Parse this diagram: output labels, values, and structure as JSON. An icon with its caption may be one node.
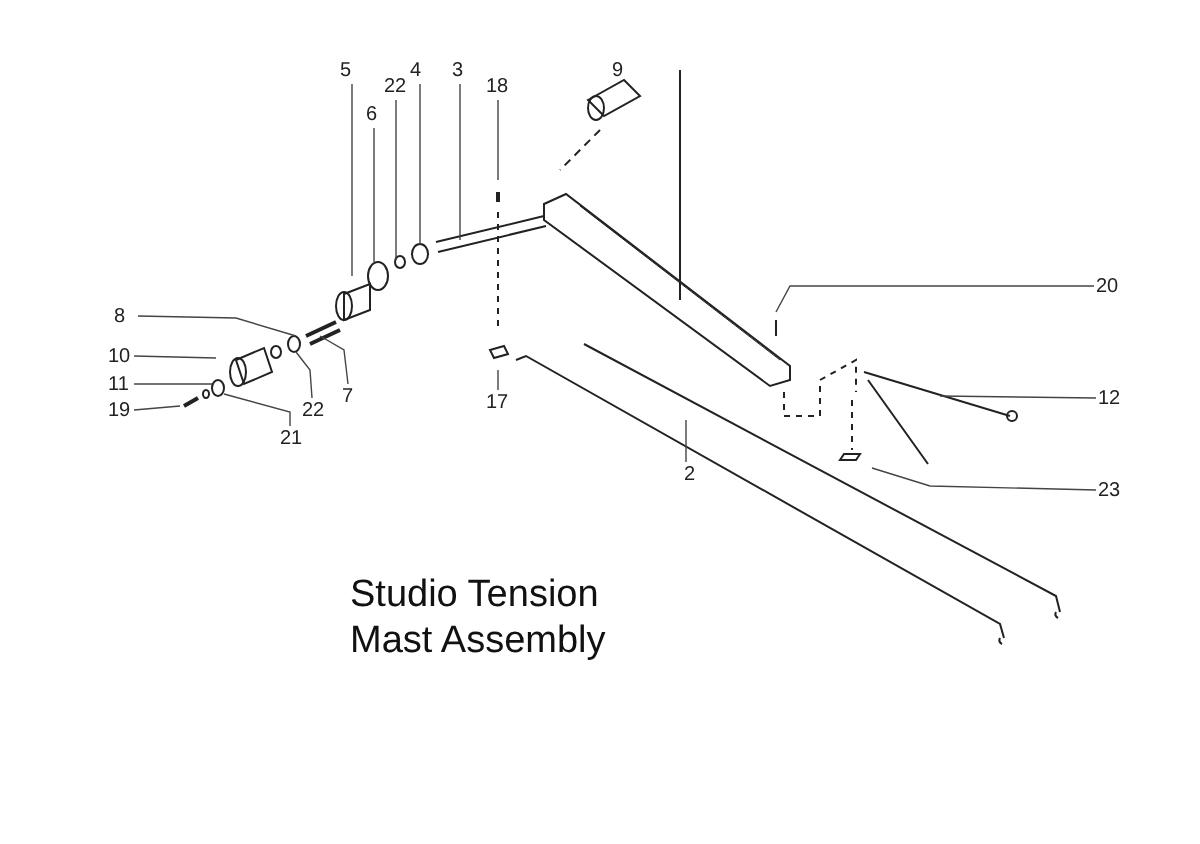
{
  "diagram": {
    "title": "Studio Tension Mast Assembly",
    "nodes": [
      {
        "text": [
          "5"
        ]
      },
      {
        "text": [
          "22"
        ]
      },
      {
        "text": [
          "4"
        ]
      },
      {
        "text": [
          "3"
        ]
      },
      {
        "text": [
          "18"
        ]
      },
      {
        "text": [
          "6"
        ]
      },
      {
        "text": [
          "8"
        ]
      },
      {
        "text": [
          "10"
        ]
      },
      {
        "text": [
          "11"
        ]
      },
      {
        "text": [
          "19"
        ]
      },
      {
        "text": [
          "7"
        ]
      },
      {
        "text": [
          "22"
        ]
      },
      {
        "text": [
          "21"
        ]
      },
      {
        "text": [
          "17"
        ]
      },
      {
        "text": [
          "20"
        ]
      },
      {
        "text": [
          "12"
        ]
      },
      {
        "text": [
          "2"
        ]
      },
      {
        "text": [
          "23"
        ]
      }
    ],
    "edges": [
      {
        "from": 0,
        "to": null,
        "arrow": "none"
      },
      {
        "from": 1,
        "to": null,
        "arrow": "none"
      },
      {
        "from": 2,
        "to": null,
        "arrow": "none"
      },
      {
        "from": 3,
        "to": null,
        "arrow": "none"
      },
      {
        "from": 4,
        "to": null,
        "arrow": "none"
      },
      {
        "from": 5,
        "to": null,
        "arrow": "none"
      },
      {
        "from": 6,
        "to": null,
        "arrow": "none"
      },
      {
        "from": 7,
        "to": null,
        "arrow": "none"
      },
      {
        "from": 8,
        "to": null,
        "arrow": "none"
      },
      {
        "from": 9,
        "to": null,
        "arrow": "none"
      },
      {
        "from": 10,
        "to": null,
        "arrow": "none"
      },
      {
        "from": 11,
        "to": null,
        "arrow": "none"
      },
      {
        "from": 12,
        "to": null,
        "arrow": "none"
      },
      {
        "from": 13,
        "to": null,
        "arrow": "none"
      },
      {
        "from": 14,
        "to": null,
        "arrow": "none"
      },
      {
        "from": 15,
        "to": null,
        "arrow": "none"
      },
      {
        "from": 16,
        "to": null,
        "arrow": "none"
      },
      {
        "from": 17,
        "to": null,
        "arrow": "none"
      }
    ],
    "labels": [
      "9"
    ]
  }
}
